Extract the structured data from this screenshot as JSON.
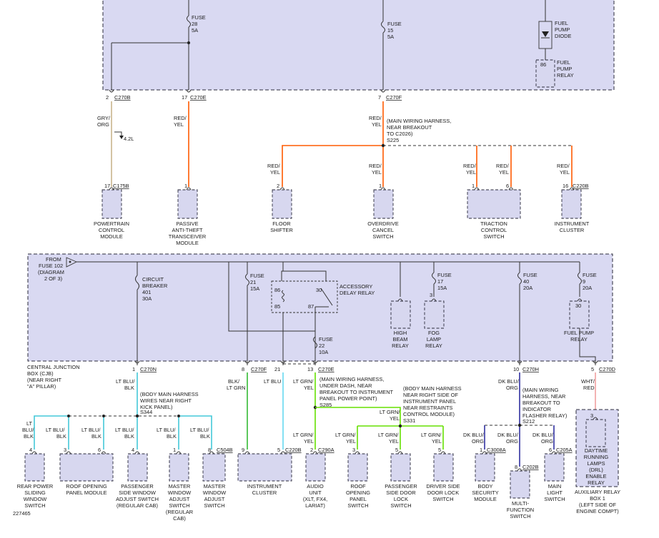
{
  "diagram_id": "227465",
  "top_fuses": [
    {
      "label": "FUSE",
      "num": "28",
      "amp": "5A"
    },
    {
      "label": "FUSE",
      "num": "15",
      "amp": "5A"
    }
  ],
  "fuel_pump_diode": [
    "FUEL",
    "PUMP",
    "DIODE"
  ],
  "fuel_pump_relay_top": {
    "pin": "86",
    "lines": [
      "FUEL",
      "PUMP",
      "RELAY"
    ]
  },
  "top_pins": [
    {
      "pin": "2",
      "conn": "C270B"
    },
    {
      "pin": "17",
      "conn": "C270E"
    },
    {
      "pin": "7",
      "conn": "C270F"
    }
  ],
  "top_wires": {
    "gry_org": [
      "GRY/",
      "ORG"
    ],
    "red_yel_a": [
      "RED/",
      "YEL"
    ],
    "red_yel_b": [
      "RED/",
      "YEL"
    ],
    "engine_note": "4.2L",
    "splice_note": [
      "(MAIN WIRING HARNESS,",
      "NEAR BREAKOUT",
      "TO C2026)",
      "S225"
    ]
  },
  "top_branch_wires": [
    [
      "RED/",
      "YEL"
    ],
    [
      "RED/",
      "YEL"
    ],
    [
      "RED/",
      "YEL"
    ],
    [
      "RED/",
      "YEL"
    ],
    [
      "RED/",
      "YEL"
    ]
  ],
  "top_modules": [
    {
      "pin": "17",
      "conn": "C175B",
      "lines": [
        "POWERTRAIN",
        "CONTROL",
        "MODULE"
      ]
    },
    {
      "pin": "1",
      "conn": "",
      "lines": [
        "PASSIVE",
        "ANTI-THEFT",
        "TRANSCEIVER",
        "MODULE"
      ]
    },
    {
      "pin": "2",
      "conn": "",
      "lines": [
        "FLOOR",
        "SHIFTER"
      ]
    },
    {
      "pin": "1",
      "conn": "",
      "lines": [
        "OVERDRIVE",
        "CANCEL",
        "SWITCH"
      ]
    },
    {
      "pin": "1",
      "pin2": "6",
      "conn": "",
      "lines": [
        "TRACTION",
        "CONTROL",
        "SWITCH"
      ]
    },
    {
      "pin": "16",
      "conn": "C220B",
      "lines": [
        "INSTRUMENT",
        "CLUSTER"
      ]
    }
  ],
  "cjb": {
    "from": [
      "FROM",
      "FUSE 102",
      "(DIAGRAM",
      "2 OF 3)"
    ],
    "circuit_breaker": [
      "CIRCUIT",
      "BREAKER",
      "401",
      "30A"
    ],
    "fuse21": [
      "FUSE",
      "21",
      "15A"
    ],
    "accessory_relay": [
      "ACCESSORY",
      "DELAY RELAY"
    ],
    "relay_pins": [
      "86",
      "30",
      "85",
      "87"
    ],
    "fuse22": [
      "FUSE",
      "22",
      "10A"
    ],
    "high_beam": [
      "HIGH",
      "BEAM",
      "RELAY"
    ],
    "fuse17": [
      "FUSE",
      "17",
      "15A"
    ],
    "fog_pin": "3",
    "fog_lamp": [
      "FOG",
      "LAMP",
      "RELAY"
    ],
    "fuse40": [
      "FUSE",
      "40",
      "20A"
    ],
    "fuse9": [
      "FUSE",
      "9",
      "20A"
    ],
    "fuel_pump_relay_pin": "30",
    "fuel_pump_relay": [
      "FUEL PUMP",
      "RELAY"
    ],
    "name": [
      "CENTRAL JUNCTION",
      "BOX (CJB)",
      "(NEAR RIGHT",
      "\"A\" PILLAR)"
    ]
  },
  "cjb_pins": [
    {
      "pin": "1",
      "conn": "C270N"
    },
    {
      "pin": "8",
      "conn": "C270F"
    },
    {
      "pin": "21",
      "conn": ""
    },
    {
      "pin": "13",
      "conn": "C270E"
    },
    {
      "pin": "10",
      "conn": "C270H"
    },
    {
      "pin": "5",
      "conn": "C270D"
    }
  ],
  "bottom_wires": {
    "lt_blu_blk": [
      "LT BLU/",
      "BLK"
    ],
    "s344": [
      "(BODY MAIN HARNESS",
      "WIRES NEAR RIGHT",
      "KICK PANEL)",
      "S344"
    ],
    "blk_lt_grn": [
      "BLK/",
      "LT GRN"
    ],
    "lt_blu": "LT BLU",
    "lt_grn_yel": [
      "LT GRN/",
      "YEL"
    ],
    "s285": [
      "(MAIN WIRING HARNESS,",
      "UNDER DASH, NEAR",
      "BREAKOUT TO INSTRUMENT",
      "PANEL POWER POINT)",
      "S285"
    ],
    "s331": [
      "(BODY MAIN HARNESS",
      "NEAR RIGHT SIDE OF",
      "INSTRUMENT PANEL",
      "NEAR RESTRAINTS",
      "CONTROL MODULE)",
      "S331"
    ],
    "lt_grn_yel_b": [
      "LT GRN/",
      "YEL"
    ],
    "dk_blu_org": [
      "DK BLU/",
      "ORG"
    ],
    "s212": [
      "(MAIN WIRING",
      "HARNESS, NEAR",
      "BREAKOUT TO",
      "INDICATOR",
      "FLASHER RELAY)",
      "S212"
    ],
    "wht_red": [
      "WHT/",
      "RED"
    ]
  },
  "bottom_wire_labels": [
    [
      "LT",
      "BLU/",
      "BLK"
    ],
    [
      "LT BLU/",
      "BLK"
    ],
    [
      "LT BLU/",
      "BLK"
    ],
    [
      "LT BLU/",
      "BLK"
    ],
    [
      "LT BLU/",
      "BLK"
    ],
    [
      "LT BLU/",
      "BLK"
    ],
    [
      "LT GRN/",
      "YEL"
    ],
    [
      "LT GRN/",
      "YEL"
    ],
    [
      "LT GRN/",
      "YEL"
    ],
    [
      "LT GRN/",
      "YEL"
    ],
    [
      "DK BLU/",
      "ORG"
    ],
    [
      "DK BLU/",
      "ORG"
    ],
    [
      "DK BLU/",
      "ORG"
    ]
  ],
  "bottom_modules": [
    {
      "pin": "4",
      "conn": "",
      "lines": [
        "REAR POWER",
        "SLIDING",
        "WINDOW",
        "SWITCH"
      ]
    },
    {
      "pin": "3",
      "pin2": "6",
      "conn": "",
      "lines": [
        "ROOF OPENING",
        "PANEL MODULE"
      ]
    },
    {
      "pin": "4",
      "conn": "",
      "lines": [
        "PASSENGER",
        "SIDE WINDOW",
        "ADJUST SWITCH",
        "(REGULAR CAB)"
      ]
    },
    {
      "pin": "1",
      "conn": "",
      "lines": [
        "MASTER",
        "WINDOW",
        "ADJUST",
        "SWITCH",
        "(REGULAR",
        "CAB)"
      ]
    },
    {
      "pin": "8",
      "conn": "C504B",
      "lines": [
        "MASTER",
        "WINDOW",
        "ADJUST",
        "SWITCH"
      ]
    },
    {
      "pin": "9",
      "pin2": "5",
      "conn": "C220B",
      "lines": [
        "INSTRUMENT",
        "CLUSTER"
      ]
    },
    {
      "pin": "2",
      "conn": "C290A",
      "lines": [
        "AUDIO",
        "UNIT",
        "(XLT, FX4,",
        "LARIAT)"
      ]
    },
    {
      "pin": "3",
      "conn": "",
      "lines": [
        "ROOF",
        "OPENING",
        "PANEL",
        "SWITCH"
      ]
    },
    {
      "pin": "5",
      "conn": "",
      "lines": [
        "PASSENGER",
        "SIDE DOOR",
        "LOCK",
        "SWITCH"
      ]
    },
    {
      "pin": "5",
      "conn": "",
      "lines": [
        "DRIVER SIDE",
        "DOOR LOCK",
        "SWITCH"
      ]
    },
    {
      "pin": "1",
      "conn": "C3008A",
      "lines": [
        "BODY",
        "SECURITY",
        "MODULE"
      ]
    },
    {
      "pin": "8",
      "conn": "C202B",
      "lines": [
        "MULTI-",
        "FUNCTION",
        "SWITCH"
      ]
    },
    {
      "pin": "6",
      "conn": "C205A",
      "lines": [
        "MAIN",
        "LIGHT",
        "SWITCH"
      ]
    },
    {
      "pin": "3",
      "conn": "",
      "lines": [
        "DAYTIME",
        "RUNNING",
        "LAMPS",
        "(DRL)",
        "ENABLE",
        "RELAY"
      ]
    }
  ],
  "aux_box": [
    "AUXILIARY RELAY",
    "BOX 1",
    "(LEFT SIDE OF",
    "ENGINE COMPT)"
  ],
  "wire_colors": {
    "gry_org": "#c8b48c",
    "red_yel": "#ff5a00",
    "lt_blu_blk": "#44c8d8",
    "blk_lt_grn": "#33bb33",
    "lt_grn_yel": "#66e000",
    "dk_blu_org": "#3030a0",
    "wht_red": "#f0a0a0"
  }
}
